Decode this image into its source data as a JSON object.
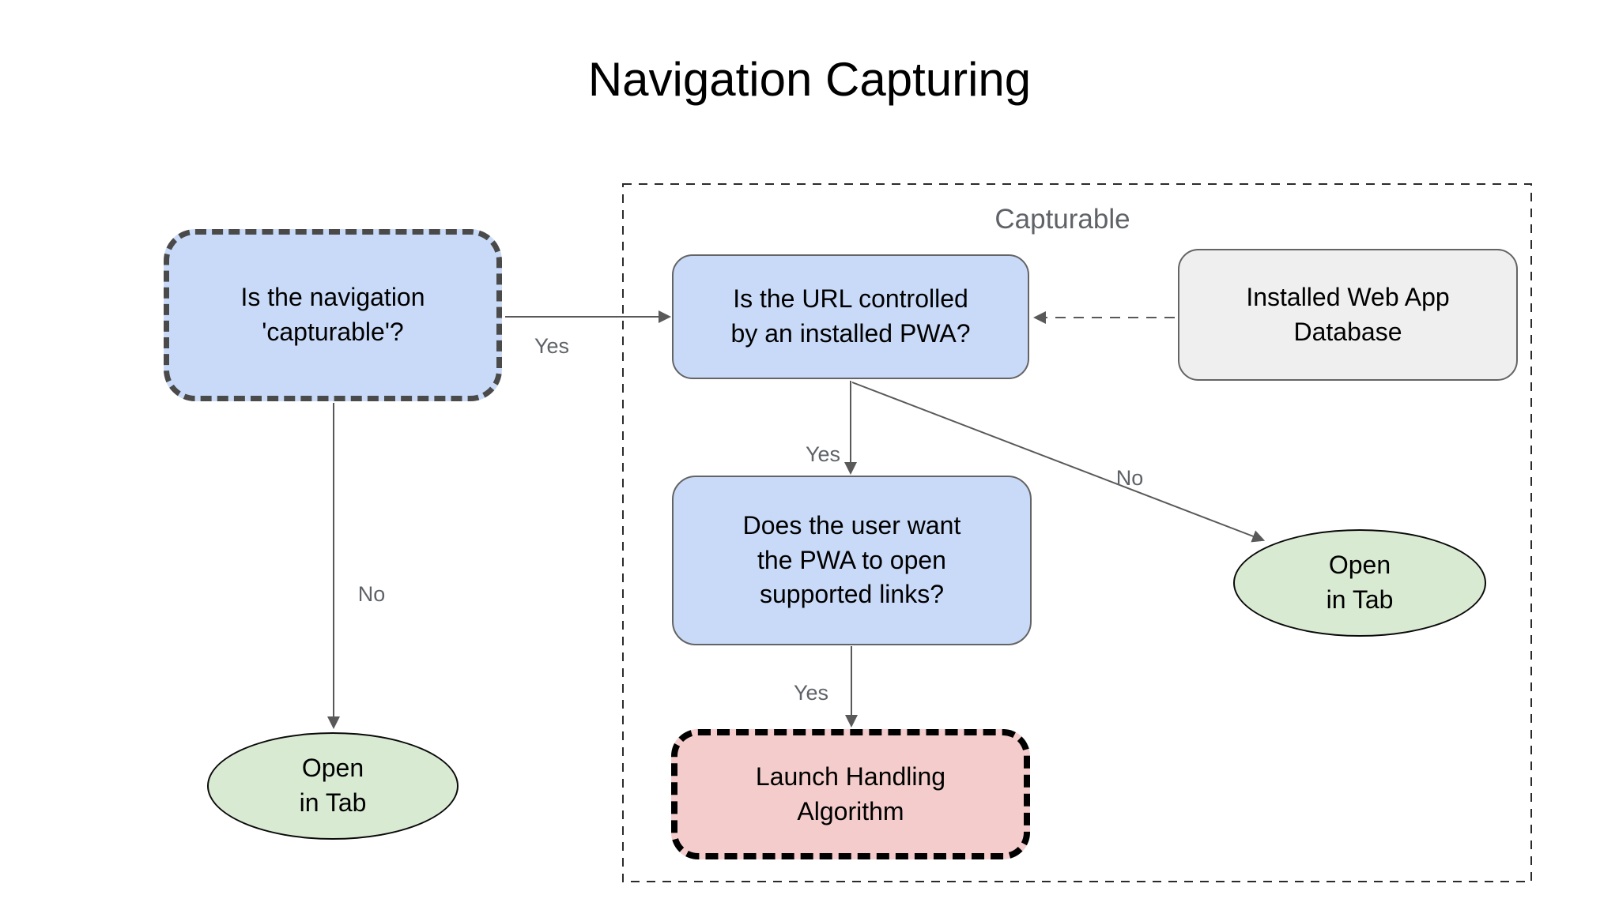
{
  "title": "Navigation Capturing",
  "group": {
    "label": "Capturable"
  },
  "nodes": {
    "is_capturable": {
      "text": "Is the navigation\n'capturable'?",
      "shape": "rounded-rect-dashed",
      "fill": "#c9daf8"
    },
    "url_controlled": {
      "text": "Is the URL controlled\nby an installed PWA?",
      "shape": "rounded-rect",
      "fill": "#c9daf8"
    },
    "installed_db": {
      "text": "Installed Web App\nDatabase",
      "shape": "rounded-rect",
      "fill": "#efefef"
    },
    "user_wants": {
      "text": "Does the user want\nthe PWA to open\nsupported links?",
      "shape": "rounded-rect",
      "fill": "#c9daf8"
    },
    "launch_handling": {
      "text": "Launch Handling\nAlgorithm",
      "shape": "rounded-rect-dashed-bold",
      "fill": "#f4cccc"
    },
    "open_in_tab_left": {
      "text": "Open\nin Tab",
      "shape": "ellipse",
      "fill": "#d9ead3"
    },
    "open_in_tab_right": {
      "text": "Open\nin Tab",
      "shape": "ellipse",
      "fill": "#d9ead3"
    }
  },
  "edge_labels": {
    "yes_capturable": "Yes",
    "no_capturable": "No",
    "yes_pwa": "Yes",
    "no_pwa": "No",
    "yes_supported": "Yes"
  },
  "colors": {
    "node_blue": "#c9daf8",
    "node_green": "#d9ead3",
    "node_pink": "#f4cccc",
    "node_gray": "#efefef",
    "edge_line": "#595959",
    "edge_label_text": "#5f6368",
    "group_border": "#2b2b2b",
    "dashed_node_border": "#4a4a4a",
    "title_text": "#000000"
  }
}
